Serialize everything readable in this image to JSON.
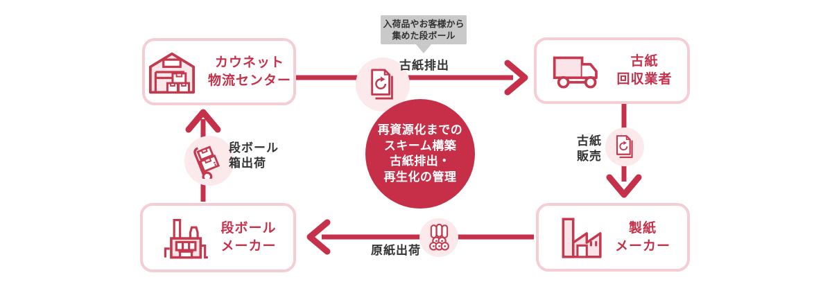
{
  "colors": {
    "accent_red": "#c5314b",
    "center_circle_red": "#c62f47",
    "pink_border": "#f5cdd5",
    "pale_circle_bg": "#fbe9ec",
    "icon_fill_pink": "#fbe4e8",
    "tooltip_gray": "#c9c9c9",
    "label_dark": "#333333"
  },
  "tooltip": {
    "line1": "入荷品やお客様から",
    "line2": "集めた段ボール"
  },
  "center_circle": {
    "line1": "再資源化までの",
    "line2": "スキーム構築",
    "line3": "古紙排出・",
    "line4": "再生化の管理"
  },
  "nodes": {
    "kaunet": {
      "line1": "カウネット",
      "line2": "物流センター",
      "icon": "warehouse-icon"
    },
    "collector": {
      "line1": "古紙",
      "line2": "回収業者",
      "icon": "truck-icon"
    },
    "paper_maker": {
      "line1": "製紙",
      "line2": "メーカー",
      "icon": "paper-factory-icon"
    },
    "cardboard_maker": {
      "line1": "段ボール",
      "line2": "メーカー",
      "icon": "cardboard-factory-icon"
    }
  },
  "flows": {
    "emit": {
      "label": "古紙排出",
      "icon": "recycled-paper-icon"
    },
    "sell": {
      "line1": "古紙",
      "line2": "販売",
      "icon": "recycled-paper-icon"
    },
    "base_paper": {
      "label": "原紙出荷",
      "icon": "paper-rolls-icon"
    },
    "box_ship": {
      "line1": "段ボール",
      "line2": "箱出荷",
      "icon": "handtruck-icon"
    }
  }
}
